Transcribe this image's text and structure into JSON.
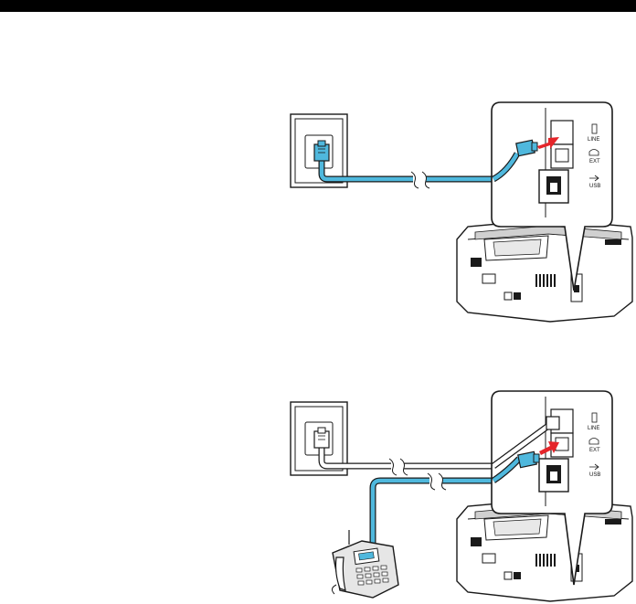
{
  "colors": {
    "top_bar": "#000000",
    "cable_blue": "#4fb8dd",
    "arrow_red": "#e5252a",
    "line_dark": "#1a1a1a",
    "background": "#ffffff"
  },
  "port_labels": {
    "line": "LINE",
    "ext": "EXT",
    "usb": "USB"
  },
  "figures": [
    {
      "name": "wall-jack-to-line-port"
    },
    {
      "name": "wall-jack-and-phone-to-ext-port"
    }
  ]
}
